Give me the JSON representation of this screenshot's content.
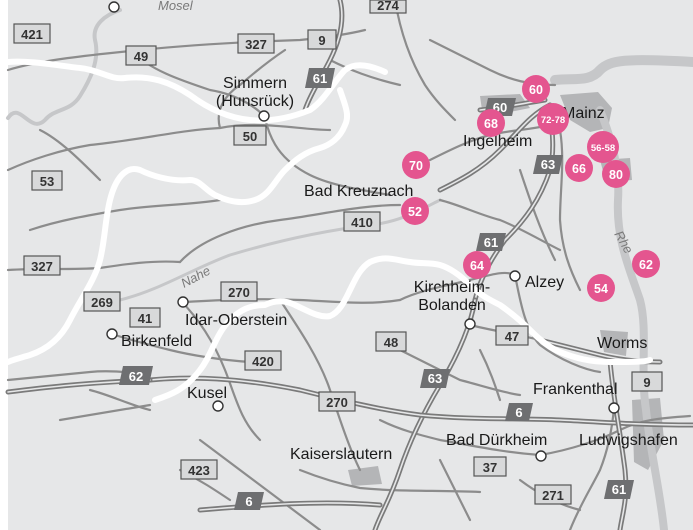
{
  "map": {
    "colors": {
      "background": "#e6e7e8",
      "road": "#8c8c8c",
      "motorway": "#7d7d7d",
      "border": "#ffffff",
      "river": "#bfc0c2",
      "urban": "#b4b5b7",
      "marker": "#e4558f"
    },
    "cities": [
      {
        "id": "simmern",
        "line1": "Simmern",
        "line2": "(Hunsrück)"
      },
      {
        "id": "bad-kreuznach",
        "line1": "Bad Kreuznach"
      },
      {
        "id": "ingelheim",
        "line1": "Ingelheim"
      },
      {
        "id": "mainz",
        "line1": "Mainz"
      },
      {
        "id": "alzey",
        "line1": "Alzey"
      },
      {
        "id": "kirchheim-bolanden",
        "line1": "Kirchheim-",
        "line2": "Bolanden"
      },
      {
        "id": "idar-oberstein",
        "line1": "Idar-Oberstein"
      },
      {
        "id": "birkenfeld",
        "line1": "Birkenfeld"
      },
      {
        "id": "worms",
        "line1": "Worms"
      },
      {
        "id": "kusel",
        "line1": "Kusel"
      },
      {
        "id": "frankenthal",
        "line1": "Frankenthal"
      },
      {
        "id": "kaiserslautern",
        "line1": "Kaiserslautern"
      },
      {
        "id": "bad-duerkheim",
        "line1": "Bad Dürkheim"
      },
      {
        "id": "ludwigshafen",
        "line1": "Ludwigshafen"
      }
    ],
    "rivers": [
      {
        "id": "mosel",
        "text": "Mosel"
      },
      {
        "id": "nahe",
        "text": "Nahe"
      },
      {
        "id": "rhein",
        "text": "Rhe"
      }
    ],
    "road_shields": [
      {
        "id": "b421",
        "text": "421"
      },
      {
        "id": "b274",
        "text": "274"
      },
      {
        "id": "b49",
        "text": "49"
      },
      {
        "id": "b327a",
        "text": "327"
      },
      {
        "id": "b9a",
        "text": "9"
      },
      {
        "id": "b50",
        "text": "50"
      },
      {
        "id": "b53",
        "text": "53"
      },
      {
        "id": "b410",
        "text": "410"
      },
      {
        "id": "b327b",
        "text": "327"
      },
      {
        "id": "b269",
        "text": "269"
      },
      {
        "id": "b41",
        "text": "41"
      },
      {
        "id": "b270a",
        "text": "270"
      },
      {
        "id": "b420",
        "text": "420"
      },
      {
        "id": "b48",
        "text": "48"
      },
      {
        "id": "b47",
        "text": "47"
      },
      {
        "id": "b270b",
        "text": "270"
      },
      {
        "id": "b423",
        "text": "423"
      },
      {
        "id": "b37",
        "text": "37"
      },
      {
        "id": "b271",
        "text": "271"
      },
      {
        "id": "b9b",
        "text": "9"
      }
    ],
    "motorway_shields": [
      {
        "id": "a61a",
        "text": "61"
      },
      {
        "id": "a60",
        "text": "60"
      },
      {
        "id": "a63a",
        "text": "63"
      },
      {
        "id": "a61b",
        "text": "61"
      },
      {
        "id": "a62",
        "text": "62"
      },
      {
        "id": "a63b",
        "text": "63"
      },
      {
        "id": "a6a",
        "text": "6"
      },
      {
        "id": "a6b",
        "text": "6"
      },
      {
        "id": "a61c",
        "text": "61"
      }
    ],
    "markers": [
      {
        "id": "m60",
        "text": "60"
      },
      {
        "id": "m72",
        "text": "72-78"
      },
      {
        "id": "m68",
        "text": "68"
      },
      {
        "id": "m5658",
        "text": "56-58"
      },
      {
        "id": "m66",
        "text": "66"
      },
      {
        "id": "m80",
        "text": "80"
      },
      {
        "id": "m70",
        "text": "70"
      },
      {
        "id": "m52",
        "text": "52"
      },
      {
        "id": "m64",
        "text": "64"
      },
      {
        "id": "m62",
        "text": "62"
      },
      {
        "id": "m54",
        "text": "54"
      }
    ]
  }
}
